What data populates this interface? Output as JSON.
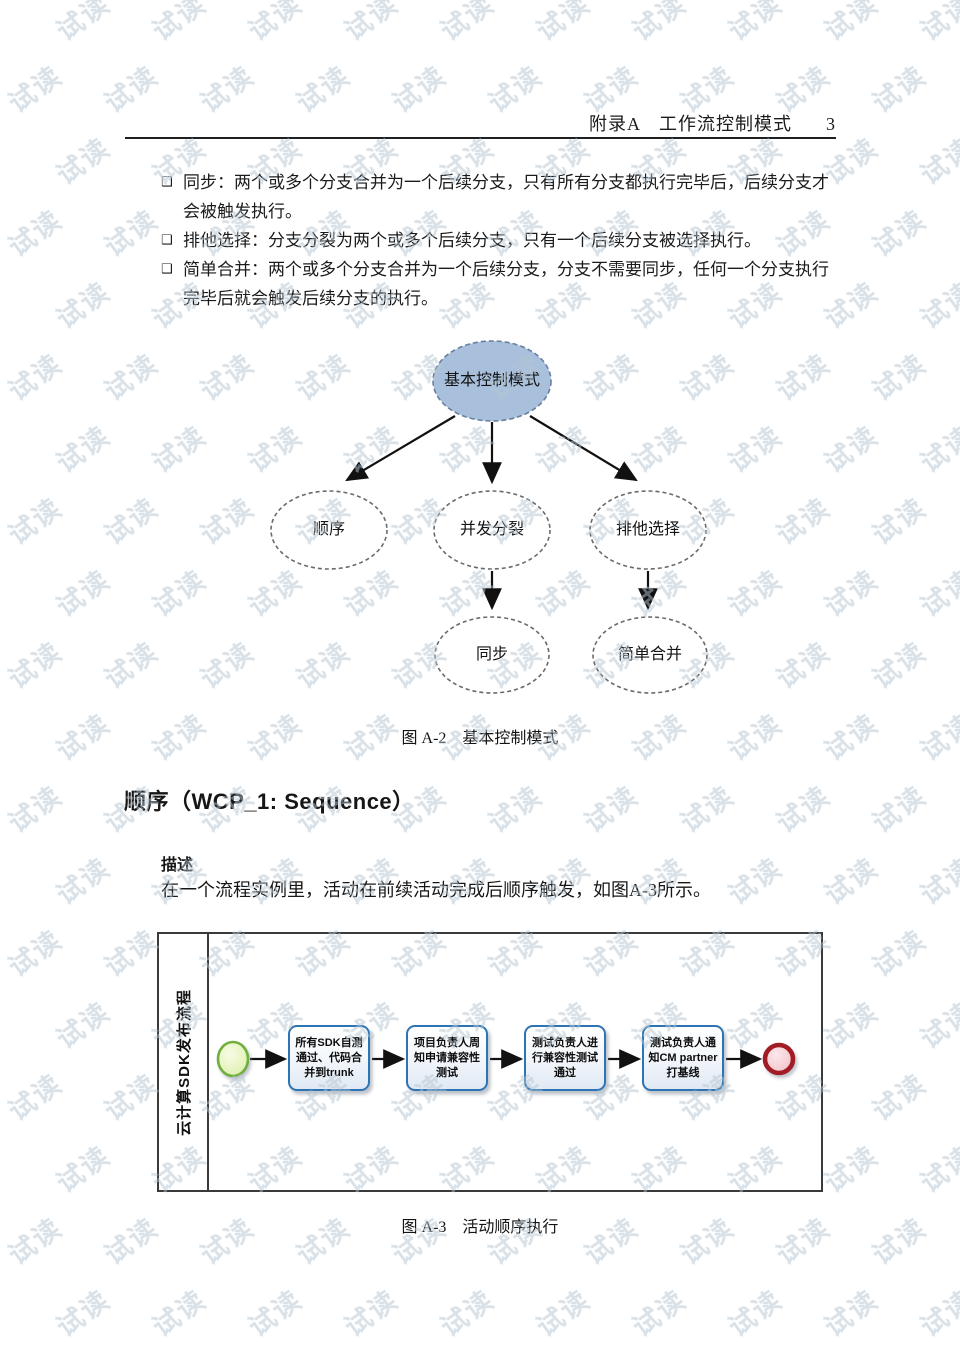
{
  "watermark": {
    "text": "试读",
    "color": "rgba(182,197,210,0.5)"
  },
  "header": {
    "title": "附录A　工作流控制模式",
    "page_number": "3"
  },
  "bullets": {
    "marker": "❑",
    "items": [
      {
        "text": "同步：两个或多个分支合并为一个后续分支，只有所有分支都执行完毕后，后续分支才\n会被触发执行。"
      },
      {
        "text": "排他选择：分支分裂为两个或多个后续分支，只有一个后续分支被选择执行。"
      },
      {
        "text": "简单合并：两个或多个分支合并为一个后续分支，分支不需要同步，任何一个分支执行\n完毕后就会触发后续分支的执行。"
      }
    ]
  },
  "figure_a2": {
    "root_label": "基本控制模式",
    "nodes": [
      {
        "label": "顺序"
      },
      {
        "label": "并发分裂"
      },
      {
        "label": "排他选择"
      },
      {
        "label": "同步"
      },
      {
        "label": "简单合并"
      }
    ],
    "caption": "图 A-2　基本控制模式",
    "colors": {
      "root_fill": "#a9c0dd",
      "root_stroke": "#68809f",
      "node_stroke": "#6a6a6a"
    }
  },
  "section": {
    "heading": "顺序（WCP_1: Sequence）",
    "subheading": "描述",
    "description": "在一个流程实例里，活动在前续活动完成后顺序触发，如图A-3所示。"
  },
  "figure_a3": {
    "lane_label": "云计算SDK发布流程",
    "steps": [
      {
        "text": "所有SDK自测\n通过、代码合\n并到trunk"
      },
      {
        "text": "项目负责人周\n知申请兼容性\n测试"
      },
      {
        "text": "测试负责人进\n行兼容性测试\n通过"
      },
      {
        "text": "测试负责人通\n知CM partner\n打基线"
      }
    ],
    "caption": "图 A-3　活动顺序执行",
    "colors": {
      "task_border": "#2c74b3",
      "start_fill": "#e9f5c2",
      "start_stroke": "#6fae3e",
      "end_fill": "#f5ccd2",
      "end_stroke": "#a21c28"
    }
  }
}
